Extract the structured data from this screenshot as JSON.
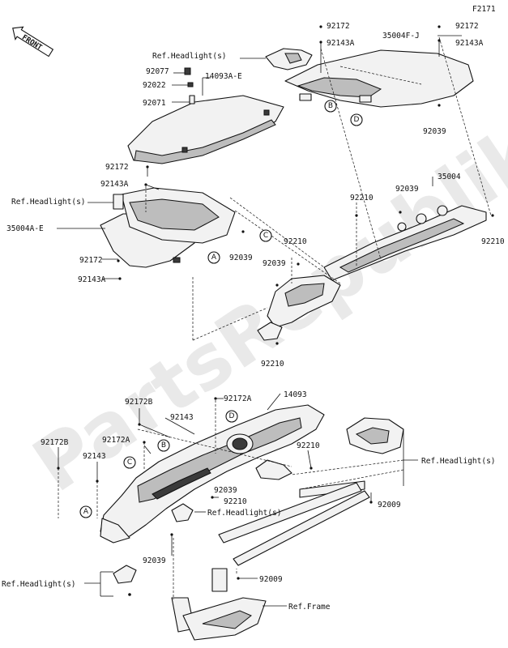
{
  "diagram_code": "F2171",
  "front_badge": "FRONT",
  "watermark": "PartsRepublik",
  "labels": {
    "l_92172_a": "92172",
    "l_92143a_a": "92143A",
    "l_92172_b": "92172",
    "l_92143a_b": "92143A",
    "l_35004fj": "35004F-J",
    "l_refhl_1": "Ref.Headlight(s)",
    "l_92077": "92077",
    "l_92022": "92022",
    "l_14093ae": "14093A-E",
    "l_92071": "92071",
    "l_92039_a": "92039",
    "l_92172_c": "92172",
    "l_92143a_c": "92143A",
    "l_refhl_2": "Ref.Headlight(s)",
    "l_35004ae": "35004A-E",
    "l_92039_b": "92039",
    "l_92172_d": "92172",
    "l_92143a_d": "92143A",
    "l_35004": "35004",
    "l_92210_a": "92210",
    "l_92039_c": "92039",
    "l_92210_b": "92210",
    "l_92210_c": "92210",
    "l_92039_d": "92039",
    "l_92210_d": "92210",
    "l_92172a_a": "92172A",
    "l_14093": "14093",
    "l_92172b_a": "92172B",
    "l_92143_a": "92143",
    "l_92172b_b": "92172B",
    "l_92172a_b": "92172A",
    "l_92143_b": "92143",
    "l_92210_e": "92210",
    "l_refhl_3": "Ref.Headlight(s)",
    "l_92039_e": "92039",
    "l_92210_f": "92210",
    "l_refhl_4": "Ref.Headlight(s)",
    "l_92009_a": "92009",
    "l_92039_f": "92039",
    "l_refhl_5": "Ref.Headlight(s)",
    "l_92009_b": "92009",
    "l_refframe": "Ref.Frame"
  },
  "callouts": {
    "A": "A",
    "B": "B",
    "C": "C",
    "D": "D"
  }
}
